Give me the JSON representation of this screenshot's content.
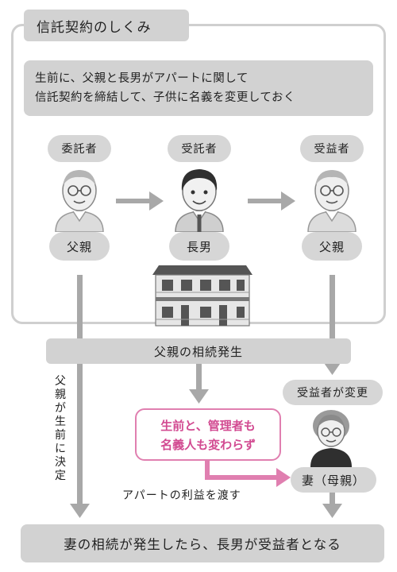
{
  "title": "信託契約のしくみ",
  "summary": {
    "line1": "生前に、父親と長男がアパートに関して",
    "line2": "信託契約を締結して、子供に名義を変更しておく"
  },
  "roles": {
    "settlor": "委託者",
    "trustee": "受託者",
    "beneficiary": "受益者"
  },
  "persons": {
    "settlor_name": "父親",
    "trustee_name": "長男",
    "beneficiary_name": "父親",
    "wife_name": "妻（母親）"
  },
  "icons": {
    "settlor": "elderly-man-icon",
    "trustee": "young-man-icon",
    "beneficiary": "elderly-man-icon",
    "property": "apartment-building-icon",
    "wife": "elderly-woman-icon"
  },
  "events": {
    "father_inheritance": "父親の相続発生",
    "beneficiary_change": "受益者が変更",
    "final": "妻の相続が発生したら、長男が受益者となる"
  },
  "vertical_note": [
    "父",
    "親",
    "が",
    "生",
    "前",
    "に",
    "決",
    "定"
  ],
  "highlight": {
    "line1": "生前と、管理者も",
    "line2": "名義人も変わらず"
  },
  "benefit_label": "アパートの利益を渡す",
  "colors": {
    "panel_gray": "#d2d2d2",
    "arrow_gray": "#a8a8a8",
    "accent_pink": "#e07fb0",
    "accent_pink_text": "#d24a91"
  }
}
